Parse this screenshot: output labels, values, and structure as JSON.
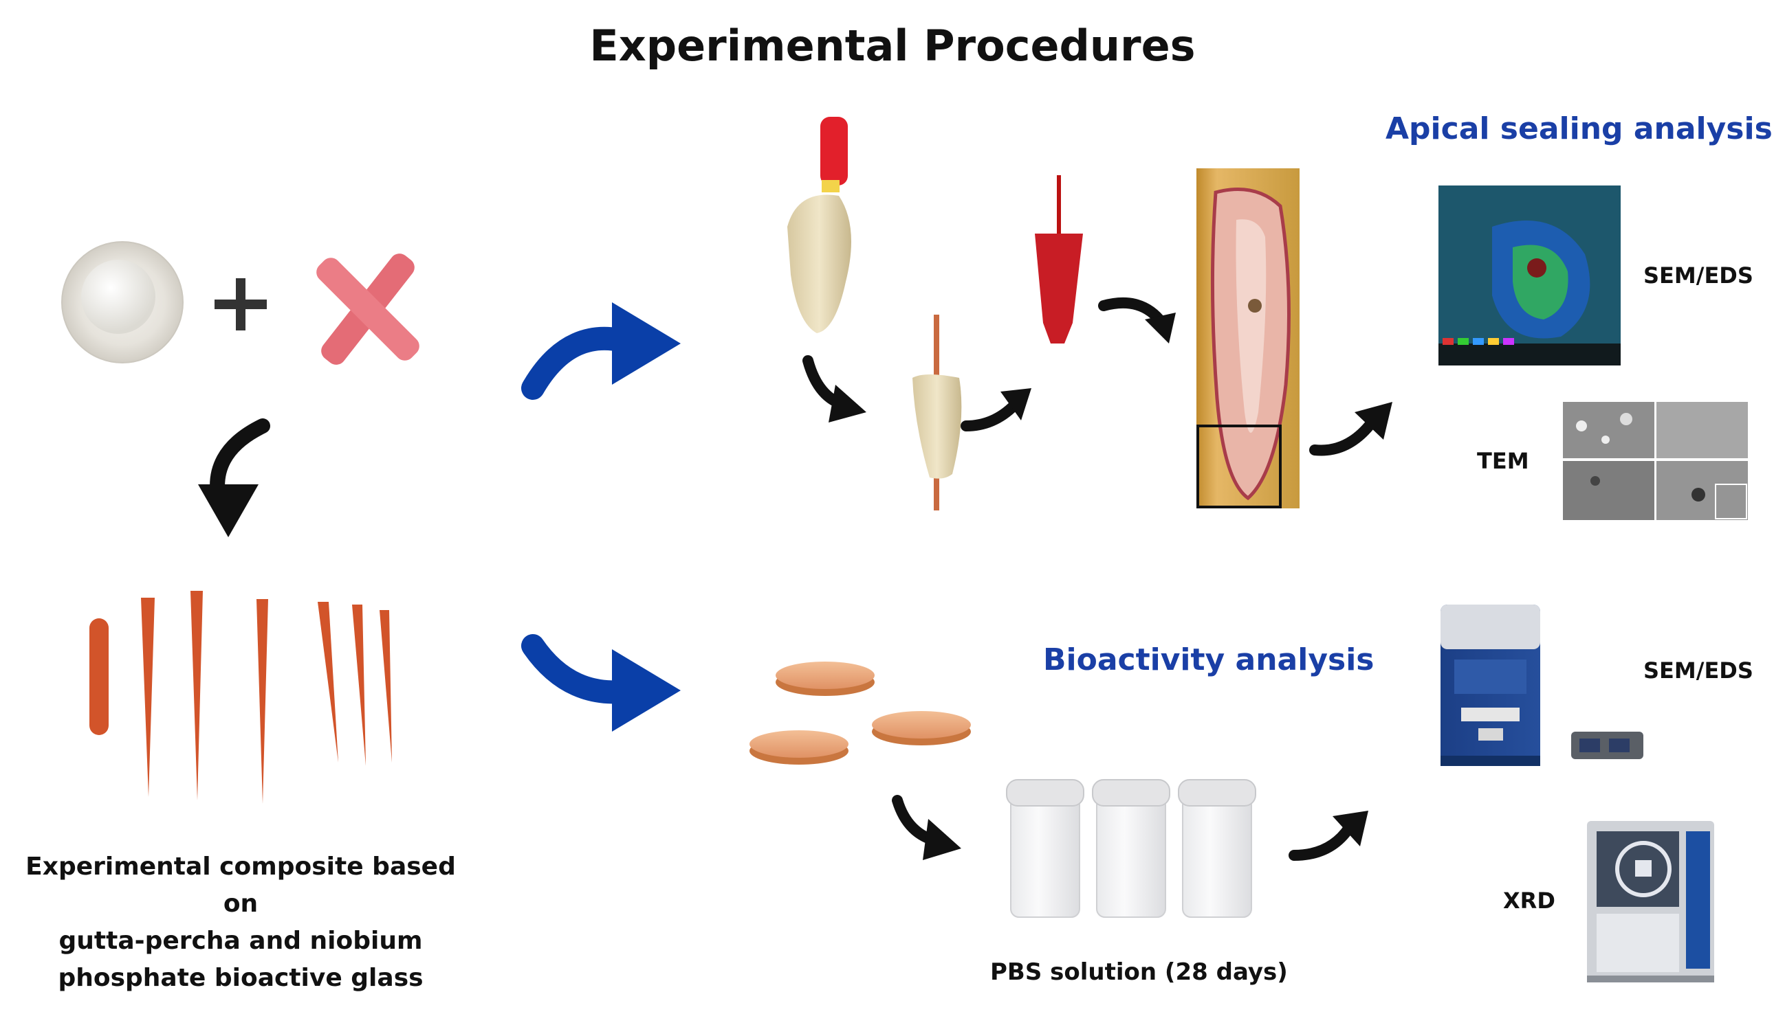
{
  "title": "Experimental Procedures",
  "composite_caption": {
    "line1": "Experimental composite based on",
    "line2": "gutta-percha and niobium",
    "line3": "phosphate bioactive glass"
  },
  "apical": {
    "heading": "Apical sealing analysis",
    "methods": [
      "SEM/EDS",
      "TEM"
    ]
  },
  "bioactivity": {
    "heading": "Bioactivity analysis",
    "pbs_caption": "PBS solution (28 days)",
    "methods": [
      "SEM/EDS",
      "XRD"
    ]
  },
  "colors": {
    "accent_blue": "#0a3fa8",
    "arrow_black": "#111111",
    "gutta_orange": "#d2542a",
    "pink_cone": "#e86d78",
    "disc_copper": "#e9a275"
  }
}
